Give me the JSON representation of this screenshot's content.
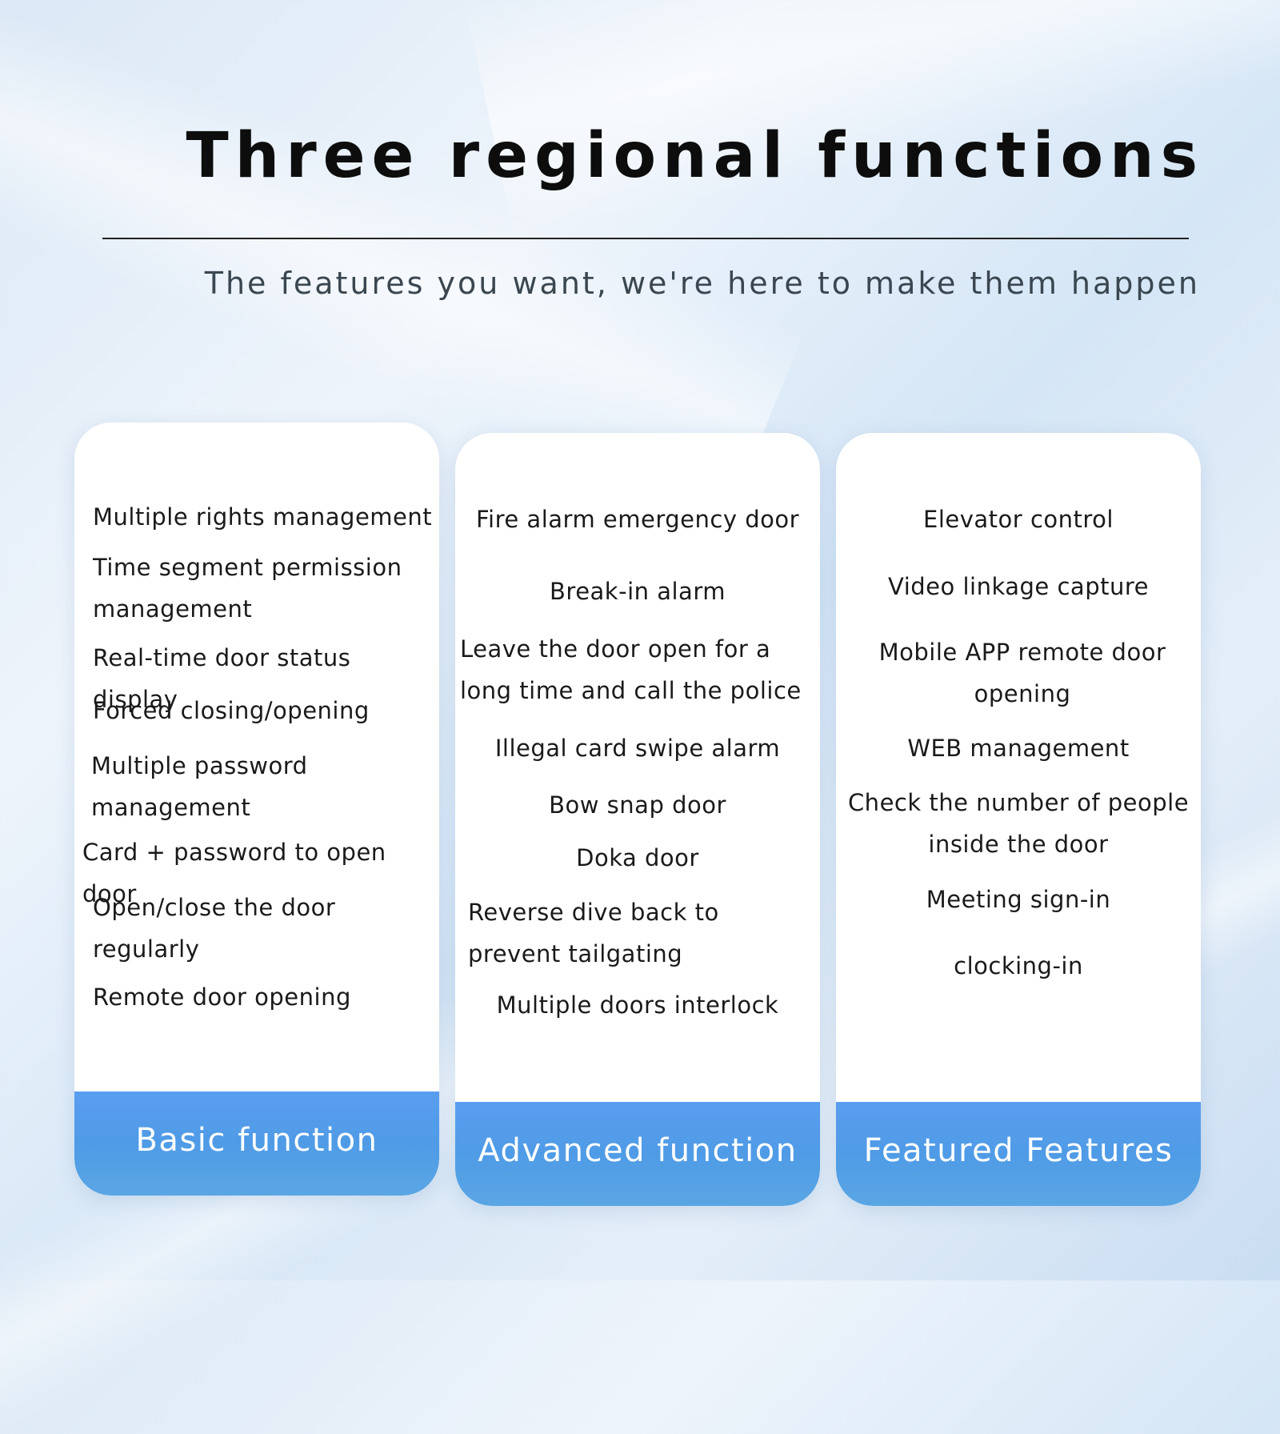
{
  "header": {
    "title": "Three regional functions",
    "subtitle": "The features you want, we're here to make them happen"
  },
  "columns": [
    {
      "footer_label": "Basic function",
      "items": [
        "Multiple rights management",
        "Time segment permission management",
        "Real-time door status display",
        "Forced closing/opening",
        "Multiple password management",
        "Card + password to open door",
        "Open/close the door regularly",
        "Remote door opening"
      ]
    },
    {
      "footer_label": "Advanced function",
      "items": [
        "Fire alarm emergency door",
        "Break-in alarm",
        "Leave the door open for a long time and call the police",
        "Illegal card swipe alarm",
        "Bow snap door",
        "Doka door",
        "Reverse dive back to prevent tailgating",
        "Multiple doors interlock"
      ]
    },
    {
      "footer_label": "Featured Features",
      "items": [
        "Elevator control",
        "Video linkage capture",
        "Mobile APP remote door opening",
        "WEB management",
        "Check the number of people inside the door",
        "Meeting sign-in",
        "clocking-in"
      ]
    }
  ],
  "colors": {
    "footer_blue": "#4f9be6",
    "card_background": "#ffffff",
    "title_text": "#0d0d0d"
  }
}
